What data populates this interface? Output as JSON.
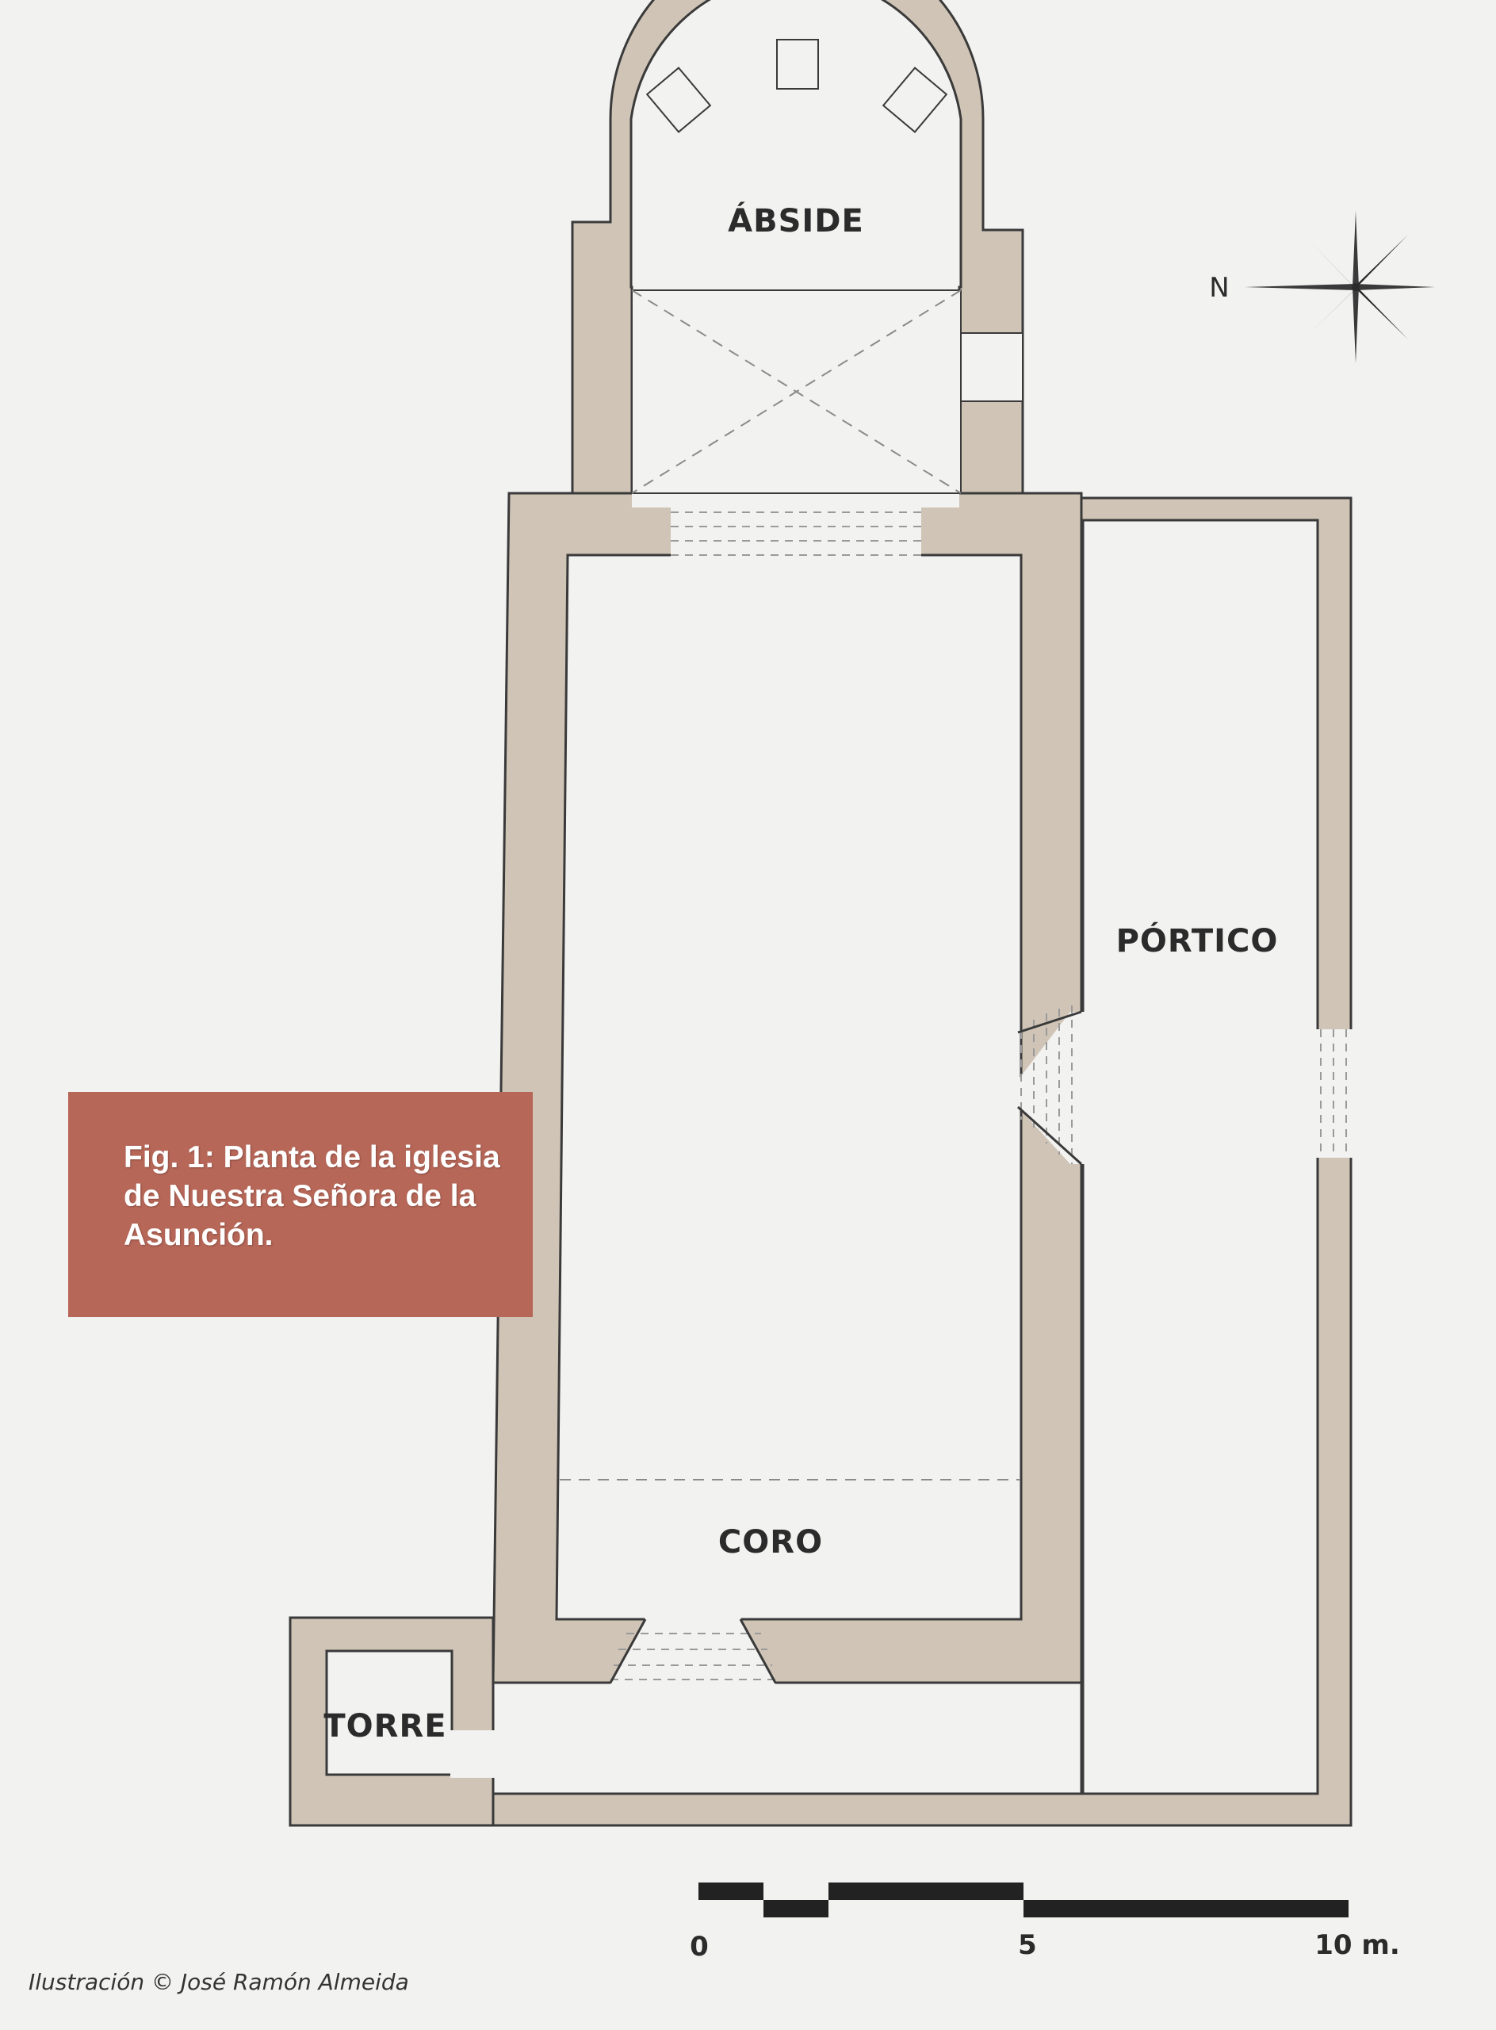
{
  "rooms": {
    "abside": "ÁBSIDE",
    "portico": "PÓRTICO",
    "coro": "CORO",
    "torre": "TORRE"
  },
  "north_label": "N",
  "caption": "Fig. 1: Planta de la iglesia de Nuestra Señora de la Asunción.",
  "credit": "Ilustración © José Ramón Almeida",
  "scale": {
    "tick_0": "0",
    "tick_5": "5",
    "tick_10": "10 m."
  },
  "colors": {
    "wall": "#cfc4b6",
    "wall_stroke": "#3a3a3a",
    "background": "#f2f2f1",
    "caption_box": "#b76758",
    "text": "#2b2b2b"
  },
  "icons": {
    "compass": "compass-rose-icon"
  }
}
